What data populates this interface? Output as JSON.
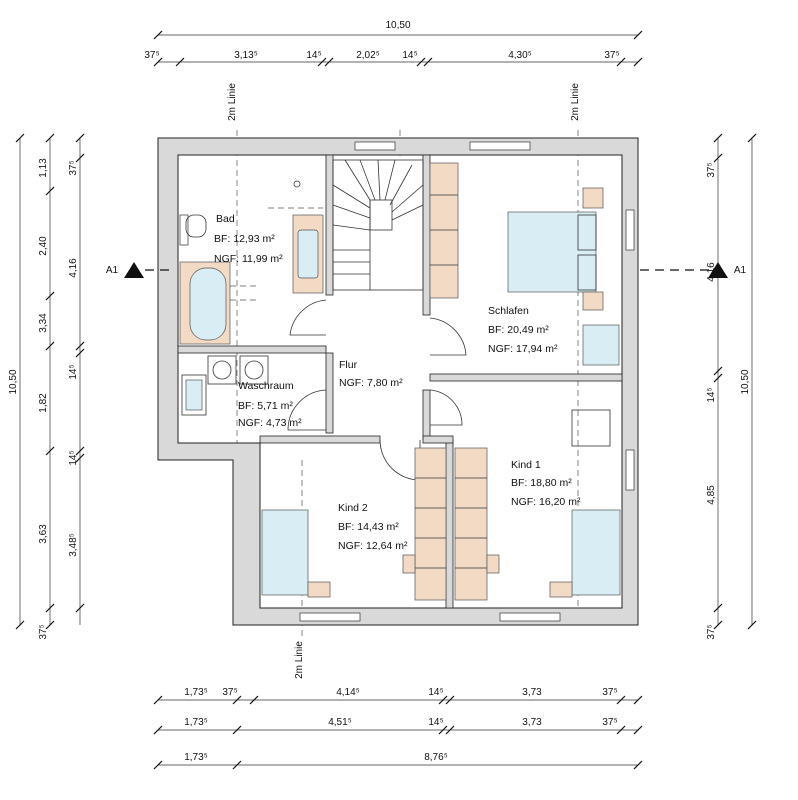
{
  "dimensions": {
    "top_total": "10,50",
    "top_segments": [
      "37⁵",
      "3,13⁵",
      "14⁵",
      "2,02⁵",
      "14⁵",
      "4,30⁵",
      "37⁵"
    ],
    "left_outer": [
      "1,13",
      "2,40",
      "3,34",
      "1,82",
      "3,63",
      "37⁵"
    ],
    "left_mid": [
      "37⁵",
      "4,16",
      "14⁵",
      "14⁵",
      "3,48⁵"
    ],
    "left_total": "10,50",
    "right_inner": [
      "37⁵",
      "4,16",
      "14⁵",
      "4,85",
      "37⁵"
    ],
    "right_total": "10,50",
    "bottom_row1": [
      "1,73⁵",
      "37⁵",
      "4,14⁵",
      "14⁵",
      "3,73",
      "37⁵"
    ],
    "bottom_row2": [
      "1,73⁵",
      "4,51⁵",
      "14⁵",
      "3,73",
      "37⁵"
    ],
    "bottom_row3": [
      "1,73⁵",
      "8,76⁵"
    ]
  },
  "annotations": {
    "line_label": "2m Linie",
    "section_left": "A1",
    "section_right": "A1"
  },
  "rooms": {
    "bad": {
      "name": "Bad",
      "bf": "BF:   12,93 m²",
      "ngf": "NGF: 11,99 m²"
    },
    "waschraum": {
      "name": "Waschraum",
      "bf": "BF:   5,71 m²",
      "ngf": "NGF: 4,73 m²"
    },
    "flur": {
      "name": "Flur",
      "ngf": "NGF: 7,80 m²"
    },
    "schlafen": {
      "name": "Schlafen",
      "bf": "BF:   20,49 m²",
      "ngf": "NGF: 17,94 m²"
    },
    "kind1": {
      "name": "Kind 1",
      "bf": "BF:   18,80 m²",
      "ngf": "NGF: 16,20 m²"
    },
    "kind2": {
      "name": "Kind 2",
      "bf": "BF:   14,43 m²",
      "ngf": "NGF: 12,64 m²"
    }
  }
}
